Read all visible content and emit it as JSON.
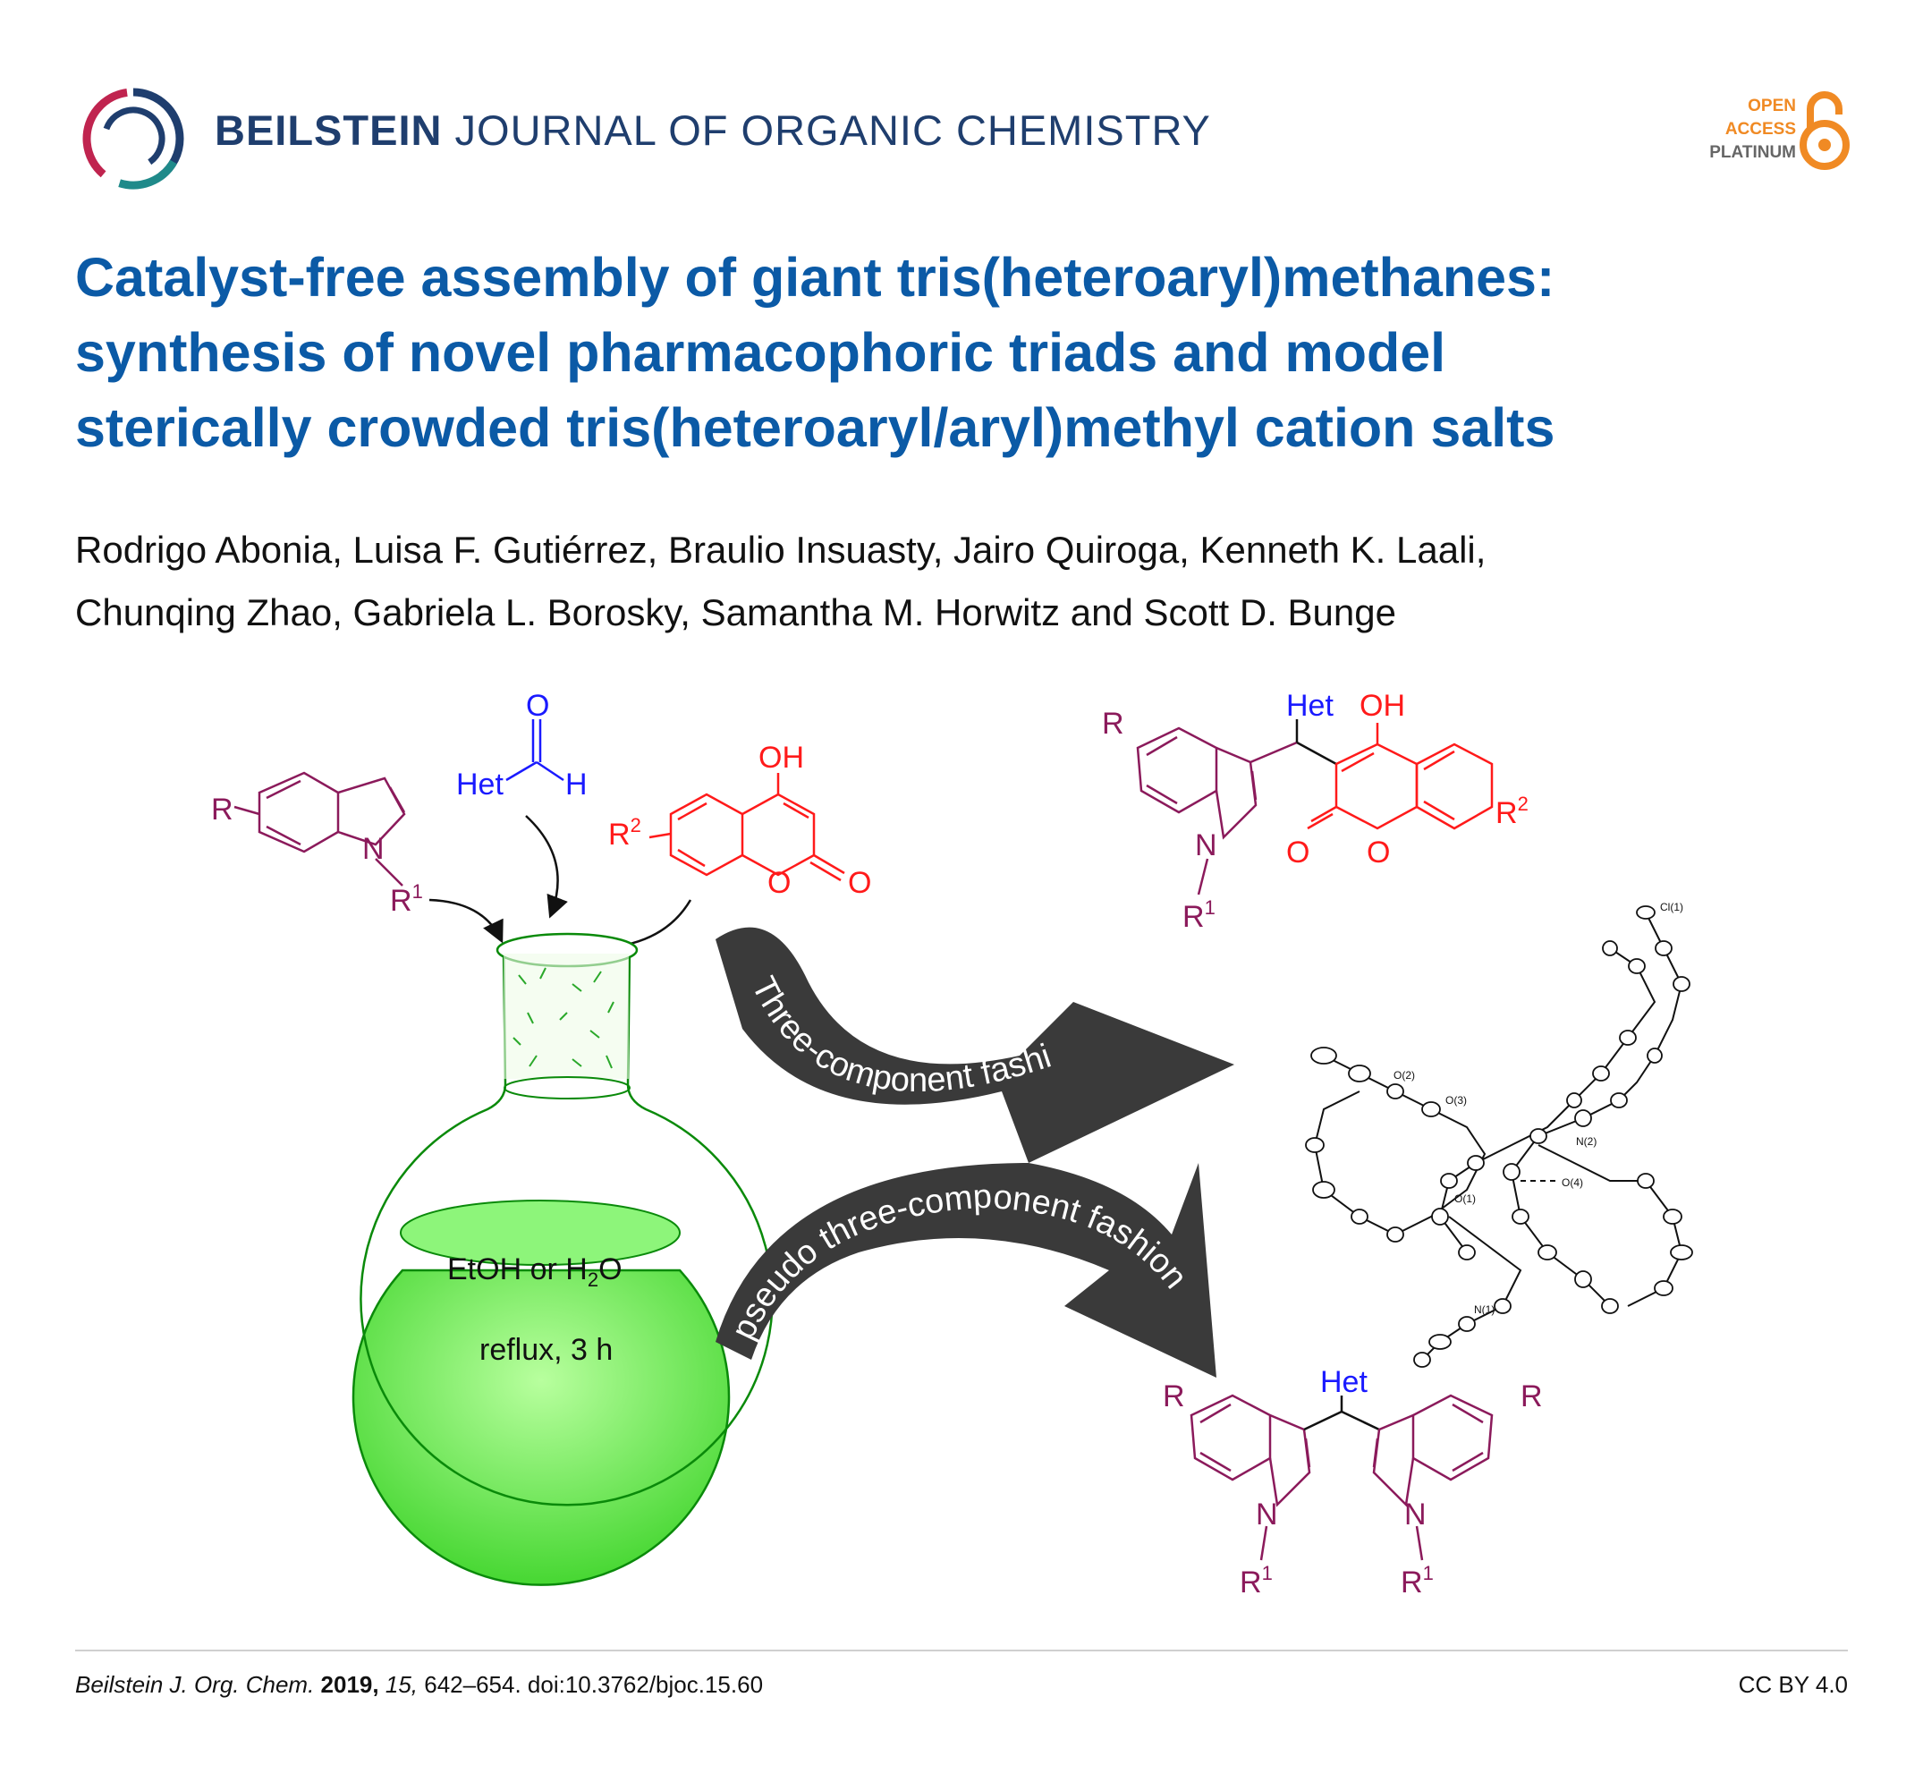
{
  "header": {
    "journal_bold": "BEILSTEIN",
    "journal_rest": "JOURNAL OF ORGANIC CHEMISTRY",
    "oa_line1": "OPEN",
    "oa_line2": "ACCESS",
    "oa_line3": "PLATINUM"
  },
  "title_lines": [
    "Catalyst-free assembly of giant tris(heteroaryl)methanes:",
    "synthesis of novel pharmacophoric triads and model",
    "sterically crowded tris(heteroaryl/aryl)methyl cation salts"
  ],
  "author_lines": [
    "Rodrigo Abonia, Luisa F. Gutiérrez, Braulio Insuasty, Jairo Quiroga, Kenneth K. Laali,",
    "Chunqing Zhao, Gabriela L. Borosky, Samantha M. Horwitz and Scott D. Bunge"
  ],
  "graphic": {
    "indole_R": "R",
    "indole_N": "N",
    "indole_R1": "R",
    "sup_1": "1",
    "aldehyde_O": "O",
    "aldehyde_Het": "Het",
    "aldehyde_H": "H",
    "coumarin_OH": "OH",
    "coumarin_R2": "R",
    "sup_2": "2",
    "coumarin_O_ring": "O",
    "coumarin_O_carbonyl": "O",
    "flask_solvent_pre": "EtOH or H",
    "flask_solvent_sub": "2",
    "flask_solvent_post": "O",
    "flask_conditions": "reflux, 3 h",
    "arrow_top_label": "Three-component fashion",
    "arrow_bottom_label": "pseudo three-component fashion",
    "product1_Het": "Het",
    "product1_OH": "OH",
    "product1_R": "R",
    "product1_N": "N",
    "product1_R1": "R",
    "product1_R2": "R",
    "product1_O1": "O",
    "product1_O2": "O",
    "product2_Het": "Het",
    "product2_R_left": "R",
    "product2_R_right": "R",
    "product2_N_left": "N",
    "product2_N_right": "N",
    "product2_R1_left": "R",
    "product2_R1_right": "R",
    "xray_labels": [
      "Cl(1)",
      "O(2)",
      "O(3)",
      "N(2)",
      "O(4)",
      "O(1)",
      "N(1)"
    ]
  },
  "footer": {
    "citation_journal": "Beilstein J. Org. Chem.",
    "citation_year": "2019,",
    "citation_volume": "15,",
    "citation_rest": "642–654. doi:10.3762/bjoc.15.60",
    "license": "CC BY 4.0"
  },
  "colors": {
    "title_blue": "#0b5aa6",
    "journal_navy": "#1f3e6e",
    "oa_orange": "#f08a24",
    "indole_purple": "#8b1a5b",
    "het_blue": "#1a1aff",
    "coumarin_red": "#ff1a1a",
    "flask_green": "#5fe84a",
    "arrow_dark": "#3a3a3a"
  }
}
